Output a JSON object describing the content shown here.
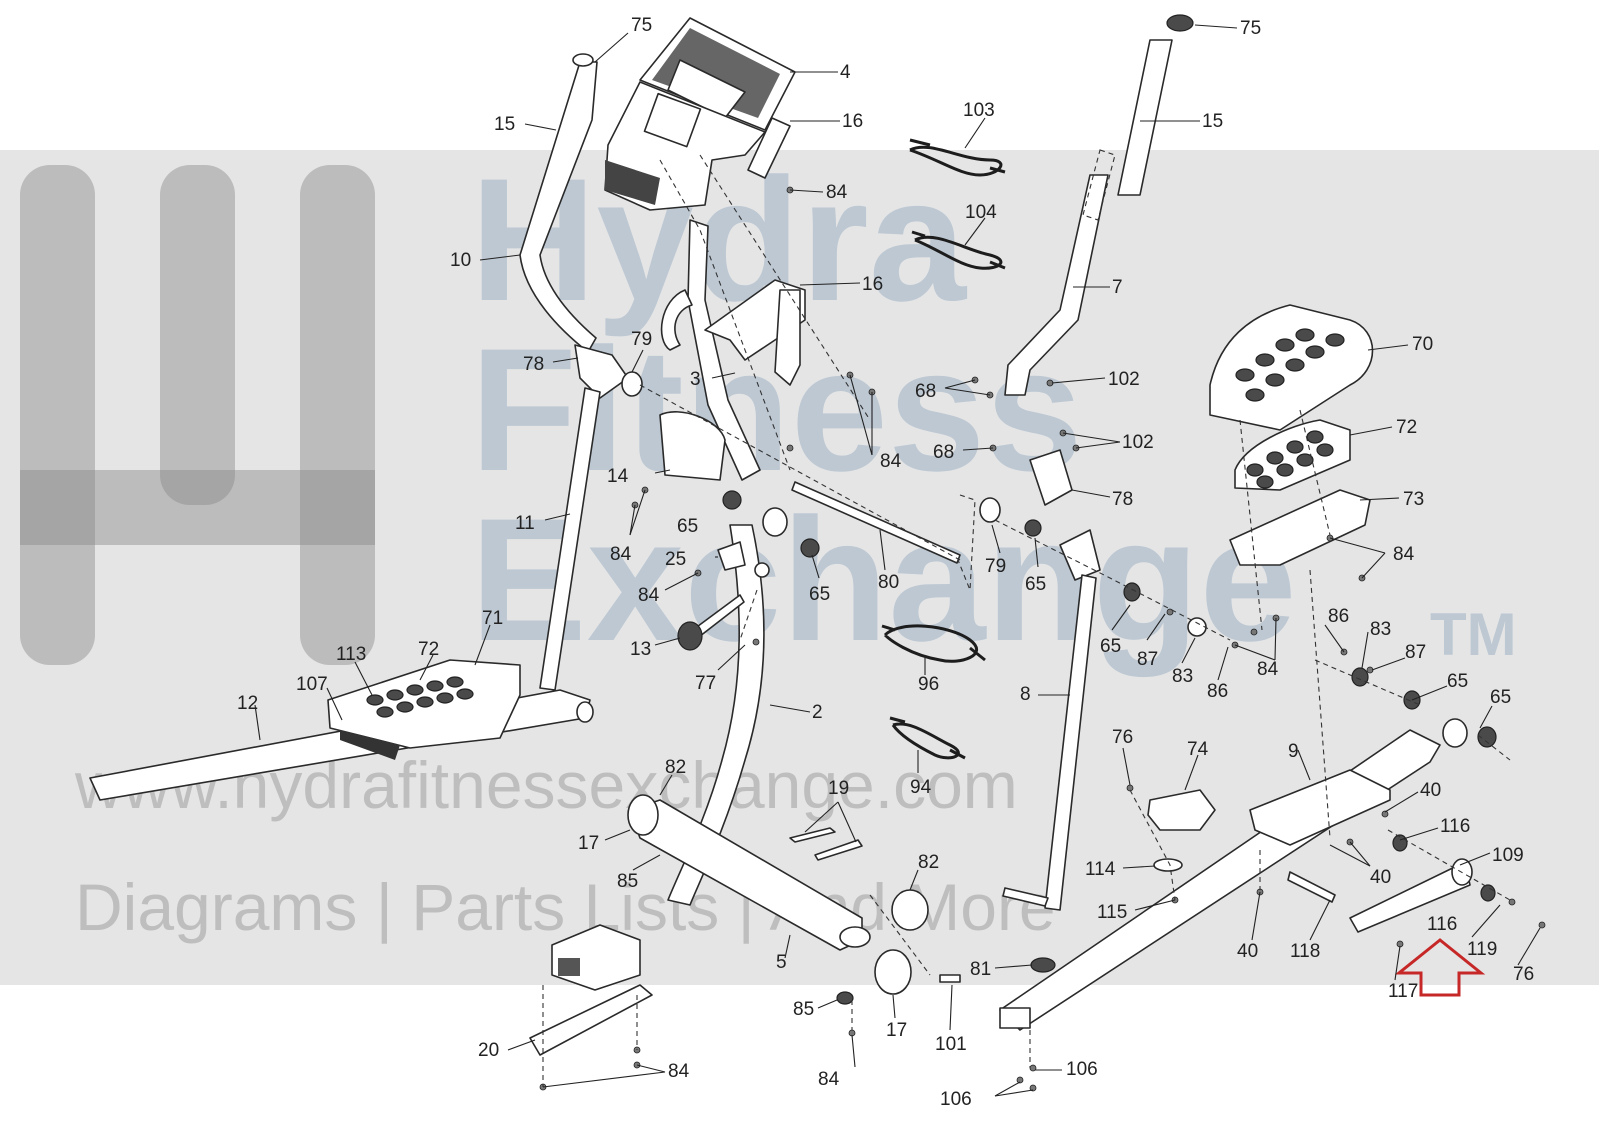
{
  "watermark": {
    "brand_line1": "Hydra",
    "brand_line2": "Fitness",
    "brand_line3": "Exchange",
    "trademark": "TM",
    "url": "www.hydrafitnessexchange.com",
    "tagline": "Diagrams | Parts Lists | And More"
  },
  "colors": {
    "highlight_arrow": "#c62828",
    "watermark_band": "#cfcfcf",
    "watermark_text": "#6d8fb0"
  },
  "callouts": [
    {
      "id": "c1",
      "label": "75"
    },
    {
      "id": "c2",
      "label": "4"
    },
    {
      "id": "c3",
      "label": "15"
    },
    {
      "id": "c4",
      "label": "16"
    },
    {
      "id": "c5",
      "label": "84"
    },
    {
      "id": "c6",
      "label": "10"
    },
    {
      "id": "c7",
      "label": "16"
    },
    {
      "id": "c8",
      "label": "78"
    },
    {
      "id": "c9",
      "label": "79"
    },
    {
      "id": "c10",
      "label": "3"
    },
    {
      "id": "c11",
      "label": "84"
    },
    {
      "id": "c12",
      "label": "14"
    },
    {
      "id": "c13",
      "label": "65"
    },
    {
      "id": "c14",
      "label": "11"
    },
    {
      "id": "c15",
      "label": "84"
    },
    {
      "id": "c16",
      "label": "25"
    },
    {
      "id": "c17",
      "label": "84"
    },
    {
      "id": "c18",
      "label": "65"
    },
    {
      "id": "c19",
      "label": "80"
    },
    {
      "id": "c20",
      "label": "13"
    },
    {
      "id": "c21",
      "label": "77"
    },
    {
      "id": "c22",
      "label": "12"
    },
    {
      "id": "c23",
      "label": "107"
    },
    {
      "id": "c24",
      "label": "113"
    },
    {
      "id": "c25",
      "label": "72"
    },
    {
      "id": "c26",
      "label": "71"
    },
    {
      "id": "c27",
      "label": "2"
    },
    {
      "id": "c28",
      "label": "82"
    },
    {
      "id": "c29",
      "label": "19"
    },
    {
      "id": "c30",
      "label": "17"
    },
    {
      "id": "c31",
      "label": "85"
    },
    {
      "id": "c32",
      "label": "82"
    },
    {
      "id": "c33",
      "label": "5"
    },
    {
      "id": "c34",
      "label": "20"
    },
    {
      "id": "c35",
      "label": "85"
    },
    {
      "id": "c36",
      "label": "84"
    },
    {
      "id": "c37",
      "label": "84"
    },
    {
      "id": "c38",
      "label": "17"
    },
    {
      "id": "c39",
      "label": "101"
    },
    {
      "id": "c40",
      "label": "103"
    },
    {
      "id": "c41",
      "label": "104"
    },
    {
      "id": "c42",
      "label": "96"
    },
    {
      "id": "c43",
      "label": "94"
    },
    {
      "id": "c44",
      "label": "75"
    },
    {
      "id": "c45",
      "label": "15"
    },
    {
      "id": "c46",
      "label": "7"
    },
    {
      "id": "c47",
      "label": "68"
    },
    {
      "id": "c48",
      "label": "102"
    },
    {
      "id": "c49",
      "label": "68"
    },
    {
      "id": "c50",
      "label": "102"
    },
    {
      "id": "c51",
      "label": "78"
    },
    {
      "id": "c52",
      "label": "79"
    },
    {
      "id": "c53",
      "label": "65"
    },
    {
      "id": "c54",
      "label": "65"
    },
    {
      "id": "c55",
      "label": "87"
    },
    {
      "id": "c56",
      "label": "83"
    },
    {
      "id": "c57",
      "label": "86"
    },
    {
      "id": "c58",
      "label": "8"
    },
    {
      "id": "c59",
      "label": "81"
    },
    {
      "id": "c60",
      "label": "106"
    },
    {
      "id": "c61",
      "label": "106"
    },
    {
      "id": "c62",
      "label": "70"
    },
    {
      "id": "c63",
      "label": "72"
    },
    {
      "id": "c64",
      "label": "73"
    },
    {
      "id": "c65",
      "label": "84"
    },
    {
      "id": "c66",
      "label": "84"
    },
    {
      "id": "c67",
      "label": "86"
    },
    {
      "id": "c68",
      "label": "83"
    },
    {
      "id": "c69",
      "label": "87"
    },
    {
      "id": "c70",
      "label": "65"
    },
    {
      "id": "c71",
      "label": "65"
    },
    {
      "id": "c72",
      "label": "76"
    },
    {
      "id": "c73",
      "label": "74"
    },
    {
      "id": "c74",
      "label": "9"
    },
    {
      "id": "c75",
      "label": "40"
    },
    {
      "id": "c76",
      "label": "116"
    },
    {
      "id": "c77",
      "label": "40"
    },
    {
      "id": "c78",
      "label": "109"
    },
    {
      "id": "c79",
      "label": "114"
    },
    {
      "id": "c80",
      "label": "115"
    },
    {
      "id": "c81",
      "label": "40"
    },
    {
      "id": "c82",
      "label": "118"
    },
    {
      "id": "c83",
      "label": "116"
    },
    {
      "id": "c84",
      "label": "119"
    },
    {
      "id": "c85",
      "label": "76"
    },
    {
      "id": "c86",
      "label": "117"
    }
  ]
}
